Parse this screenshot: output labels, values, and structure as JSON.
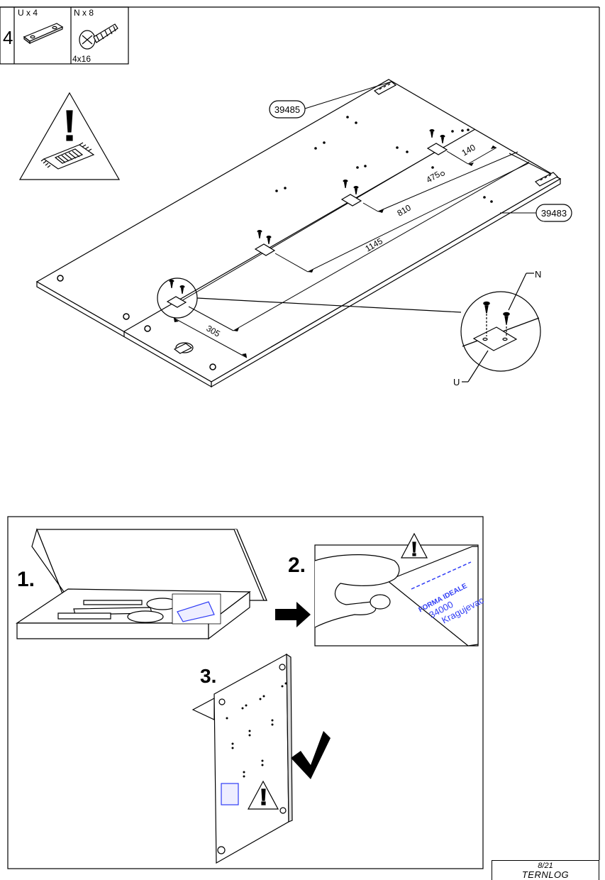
{
  "step_number": "4",
  "parts": [
    {
      "label": "U x 4",
      "icon": "mounting-plate-icon"
    },
    {
      "label": "N x 8",
      "icon": "wood-screw-icon",
      "size": "4x16"
    }
  ],
  "part_codes": {
    "top_panel": "39485",
    "side_panel": "39483"
  },
  "dimensions": [
    "140",
    "475",
    "810",
    "1145",
    "305"
  ],
  "callouts": {
    "screw": "N",
    "plate": "U"
  },
  "label_steps": [
    "1.",
    "2.",
    "3."
  ],
  "sticker": {
    "brand": "FORMA IDEALE",
    "zip": "34000",
    "city": "Kragujevac"
  },
  "footer": {
    "page": "8/21",
    "name": "TERNLOG"
  },
  "colors": {
    "ink": "#000000",
    "sticker_blue": "#2f3cf5"
  }
}
